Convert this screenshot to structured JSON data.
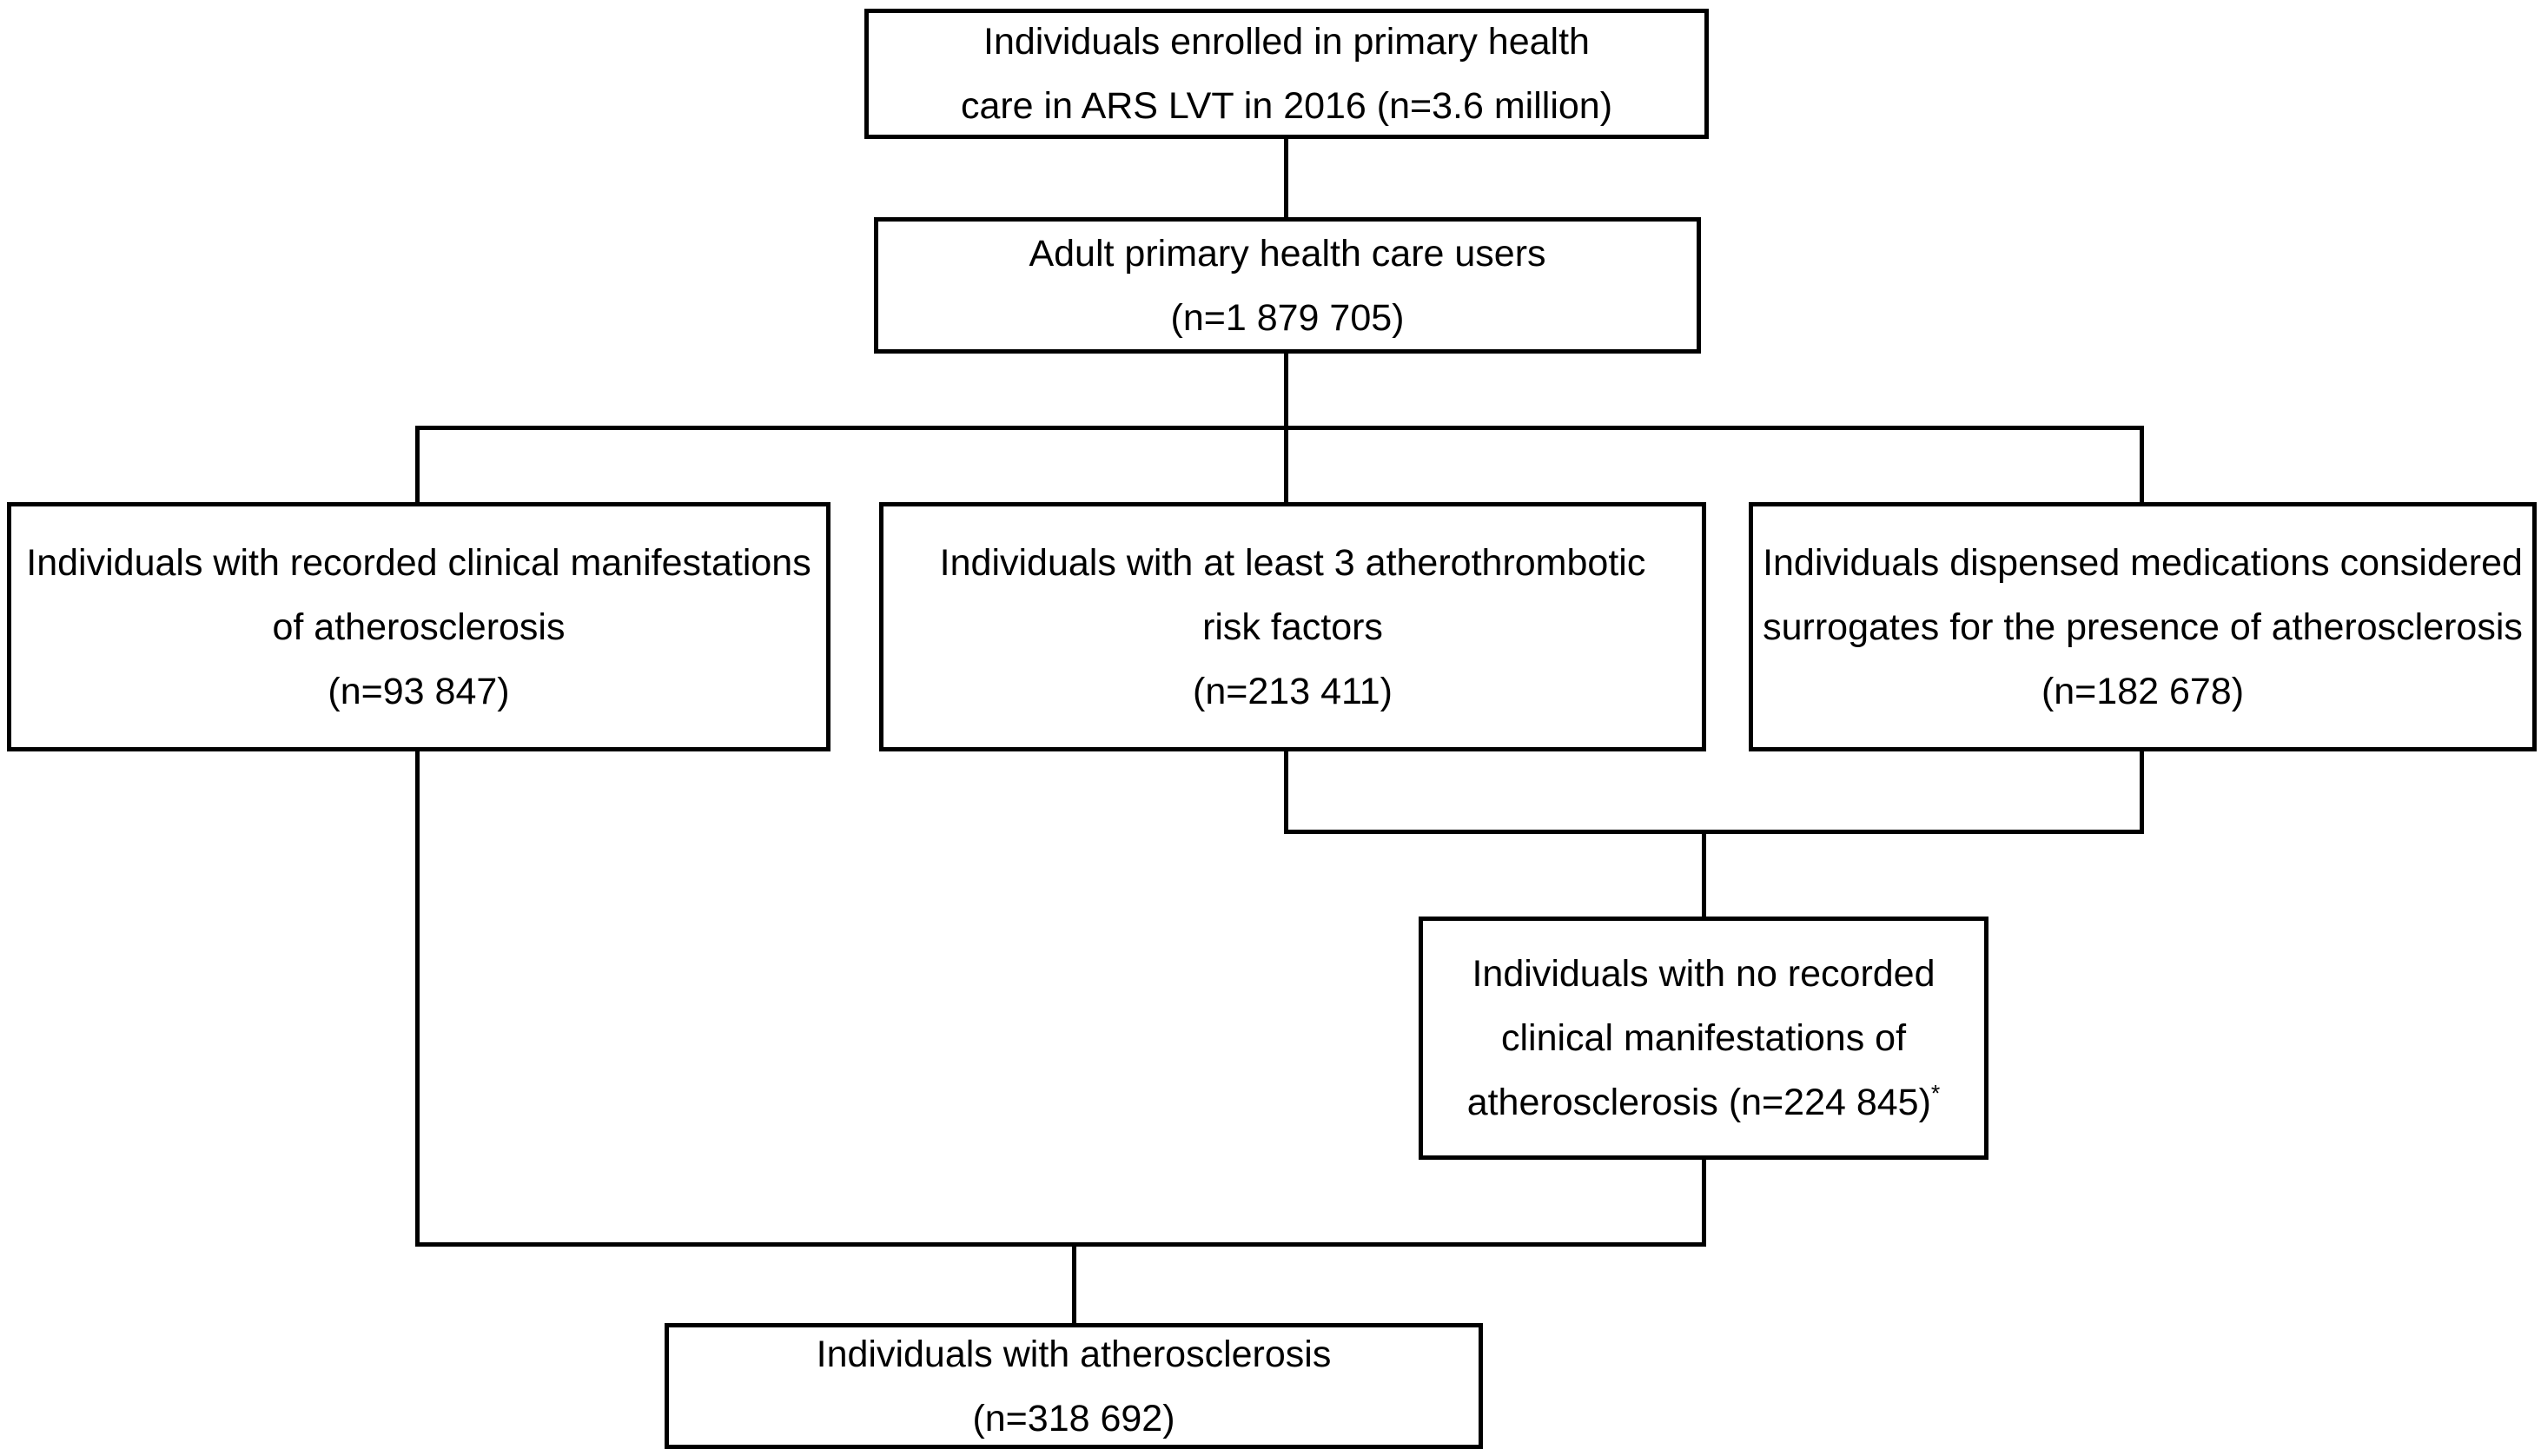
{
  "diagram": {
    "type": "flowchart",
    "background_color": "#ffffff",
    "line_color": "#000000",
    "nodes": {
      "enrolled": {
        "lines": [
          "Individuals enrolled in primary health",
          "care in ARS LVT in 2016 (n=3.6 million)"
        ]
      },
      "adult": {
        "lines": [
          "Adult primary health care users",
          "(n=1 879 705)"
        ]
      },
      "clinical": {
        "lines": [
          "Individuals with recorded clinical manifestations",
          "of atherosclerosis",
          "(n=93 847)"
        ]
      },
      "risk": {
        "lines": [
          "Individuals with at least 3 atherothrombotic",
          "risk factors",
          "(n=213 411)"
        ]
      },
      "surrogate": {
        "lines": [
          "Individuals dispensed medications considered",
          "surrogates for the presence of atherosclerosis",
          "(n=182 678)"
        ]
      },
      "norecord": {
        "lines": [
          "Individuals with no recorded",
          "clinical manifestations of",
          "atherosclerosis (n=224 845)"
        ],
        "superscript": "*"
      },
      "athero": {
        "lines": [
          "Individuals with atherosclerosis",
          "(n=318 692)"
        ]
      }
    }
  }
}
